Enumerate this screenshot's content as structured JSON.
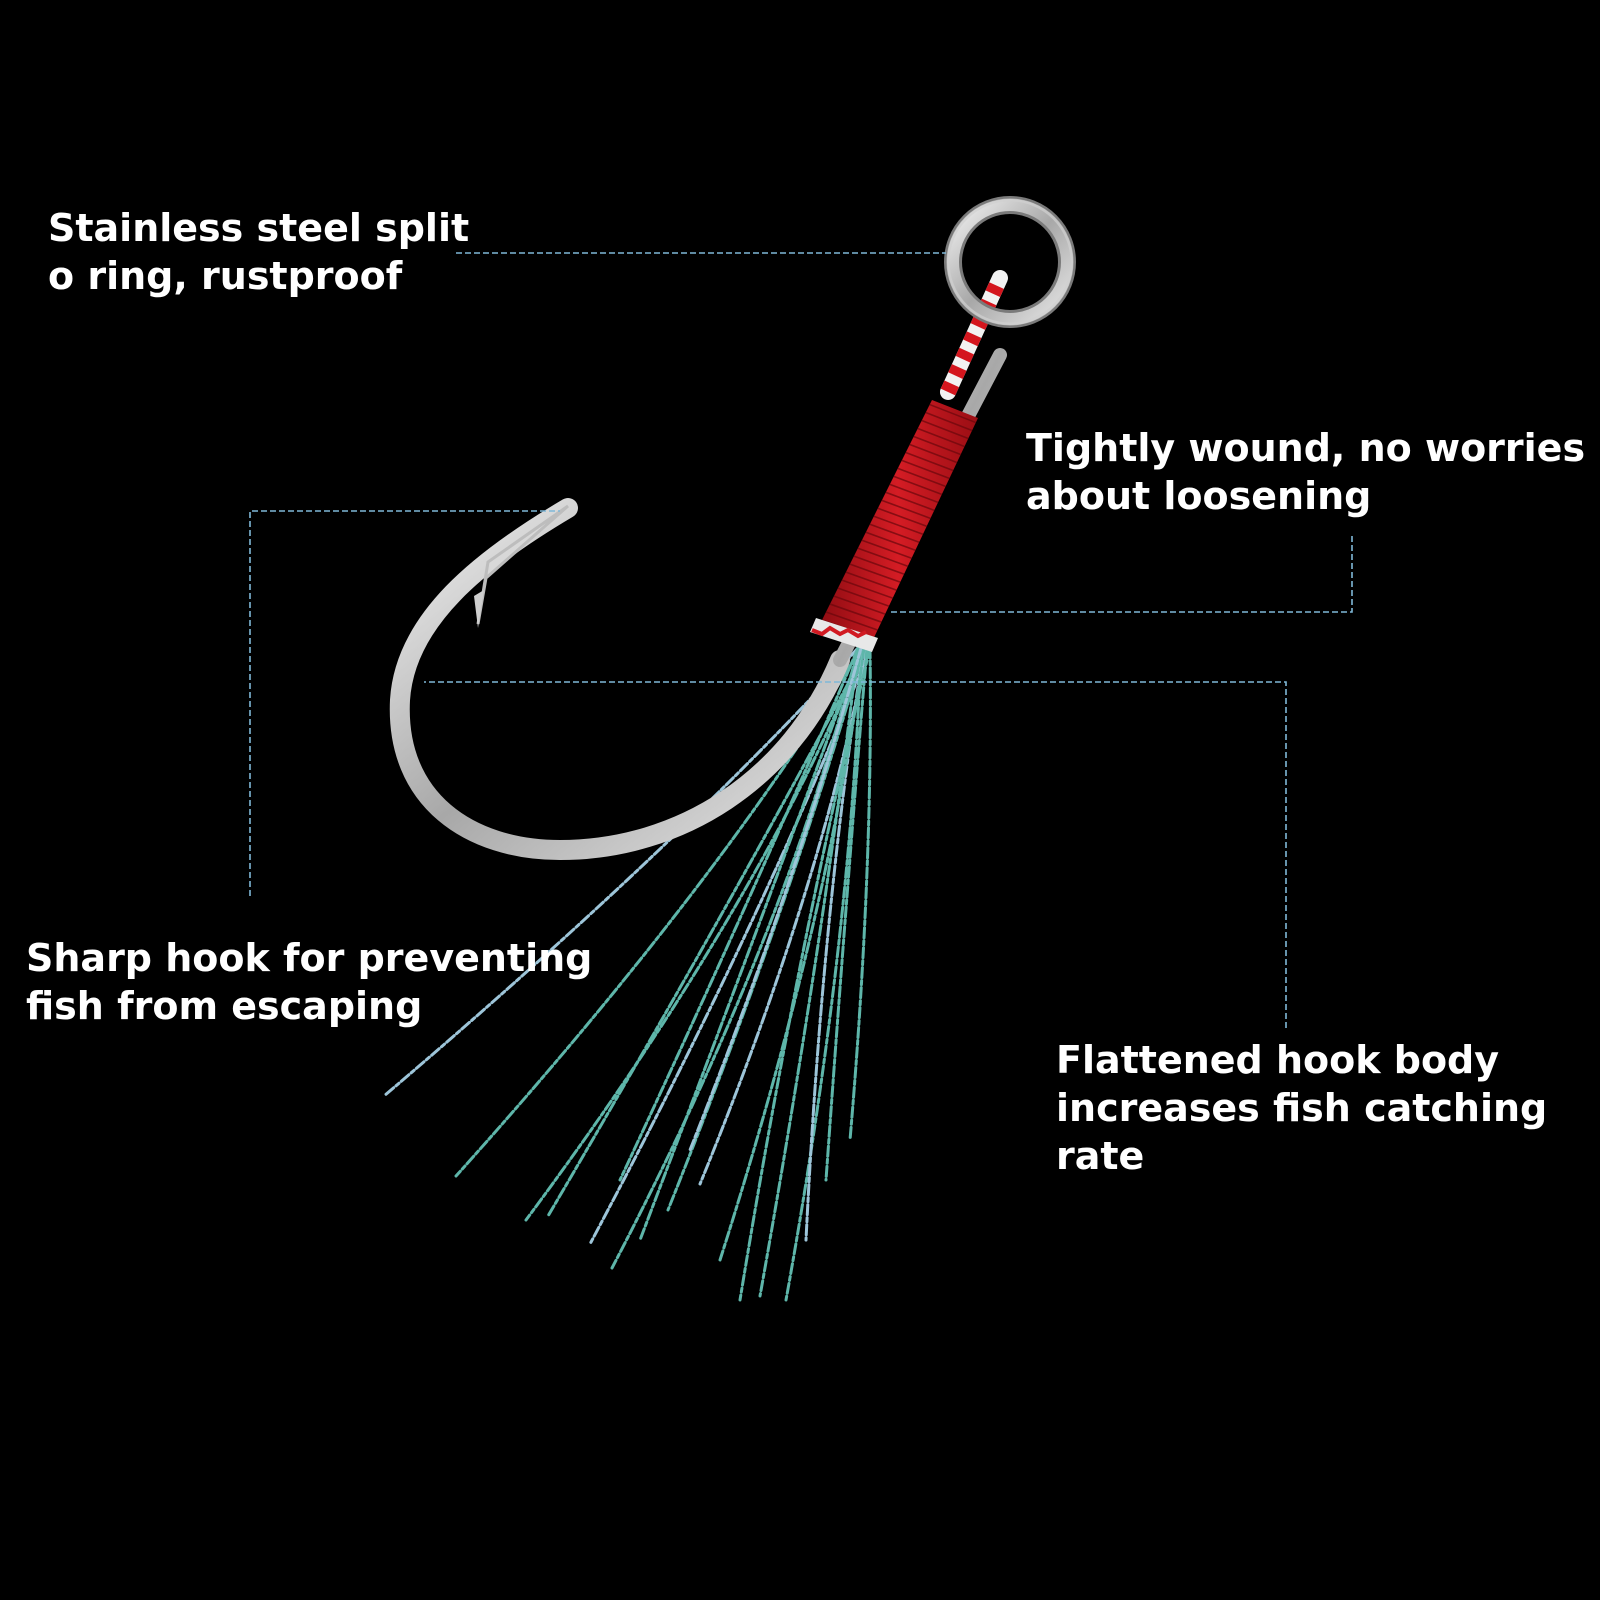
{
  "colors": {
    "background": "#000000",
    "text": "#ffffff",
    "leader_line": "#7fb8d8",
    "hook_steel": "#c9c9c9",
    "thread_red": "#c4141c",
    "flash_teal": "#6fd6c8"
  },
  "callouts": {
    "ring": {
      "line1": "Stainless steel split",
      "line2": "o ring, rustproof"
    },
    "wound": {
      "line1": "Tightly wound, no worries",
      "line2": "about loosening"
    },
    "sharp": {
      "line1": "Sharp hook for preventing",
      "line2": "fish from escaping"
    },
    "flattened": {
      "line1": "Flattened hook body",
      "line2": "increases fish catching",
      "line3": "rate"
    }
  }
}
